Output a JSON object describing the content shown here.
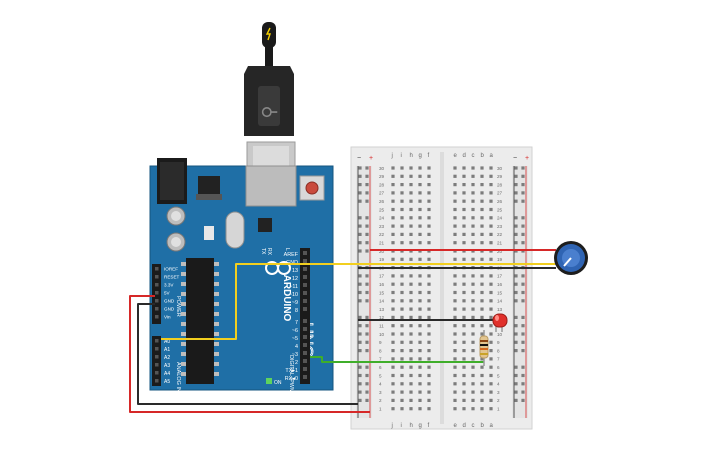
{
  "arduino": {
    "brand": "ARDUINO",
    "model": "UNO",
    "digital_header_label": "DIGITAL (PWM~)",
    "analog_header_label": "ANALOG IN",
    "power_header_label": "POWER",
    "on_label": "ON",
    "tx_label": "TX",
    "rx_label": "RX",
    "l_label": "L",
    "digital_pins": [
      "AREF",
      "GND",
      "13",
      "12",
      "~11",
      "~10",
      "~9",
      "8",
      "7",
      "~6",
      "~5",
      "4",
      "~3",
      "2",
      "TX▸1",
      "RX◂0"
    ],
    "power_pins": [
      "IOREF",
      "RESET",
      "3.3V",
      "5V",
      "GND",
      "GND",
      "Vin"
    ],
    "analog_pins": [
      "A0",
      "A1",
      "A2",
      "A3",
      "A4",
      "A5"
    ]
  },
  "breadboard": {
    "column_letters_left": [
      "j",
      "i",
      "h",
      "g",
      "f"
    ],
    "column_letters_right": [
      "e",
      "d",
      "c",
      "b",
      "a"
    ],
    "rail_plus": "+",
    "rail_minus": "−",
    "row_numbers": [
      "30",
      "29",
      "28",
      "27",
      "26",
      "25",
      "24",
      "23",
      "22",
      "21",
      "20",
      "19",
      "18",
      "17",
      "16",
      "15",
      "14",
      "13",
      "12",
      "11",
      "10",
      "9",
      "8",
      "7",
      "6",
      "5",
      "4",
      "3",
      "2",
      "1"
    ]
  },
  "components": {
    "usb_cable": "usb-cable",
    "potentiometer": "potentiometer",
    "led": "red-led",
    "resistor": "resistor"
  },
  "colors": {
    "board": "#1f6fa6",
    "wire_red": "#d62828",
    "wire_black": "#2a2a2a",
    "wire_yellow": "#f2cf1f",
    "wire_green": "#3fae2a",
    "breadboard": "#ececec",
    "potentiometer": "#2f64b3"
  }
}
